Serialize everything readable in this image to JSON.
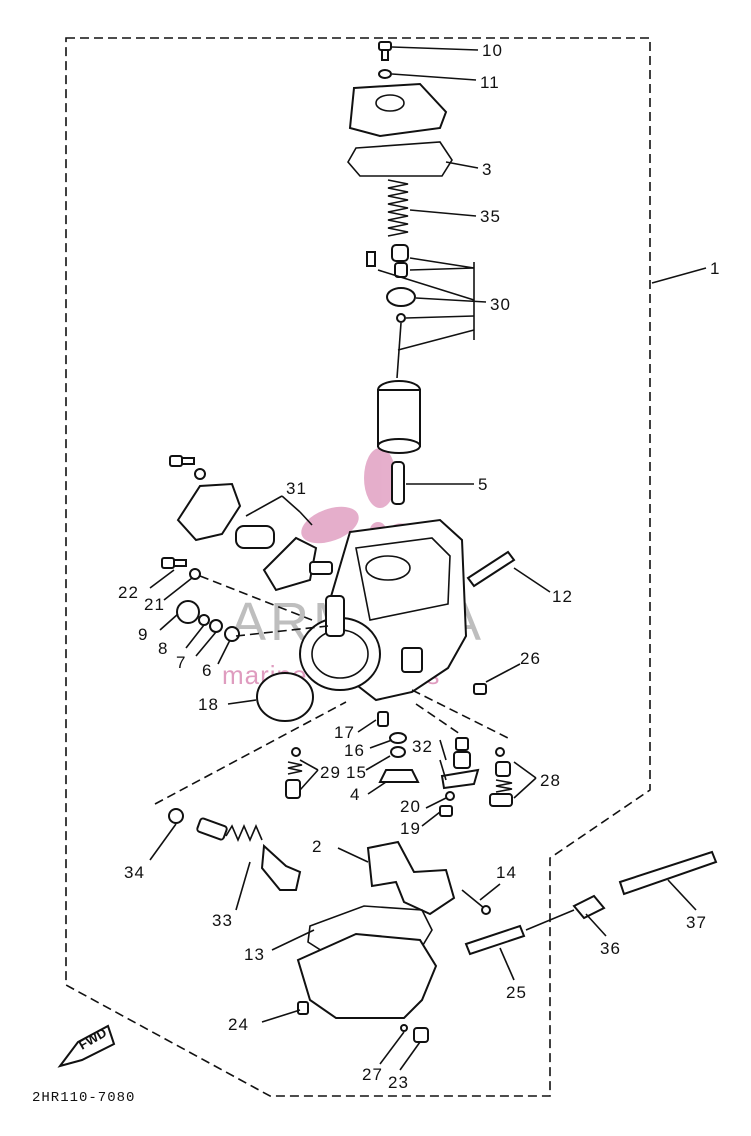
{
  "diagram": {
    "part_numbers": [
      "1",
      "2",
      "3",
      "4",
      "5",
      "6",
      "7",
      "8",
      "9",
      "10",
      "11",
      "12",
      "13",
      "14",
      "15",
      "16",
      "17",
      "18",
      "19",
      "20",
      "21",
      "22",
      "23",
      "24",
      "25",
      "26",
      "27",
      "28",
      "29",
      "30",
      "31",
      "32",
      "33",
      "34",
      "35",
      "36",
      "37"
    ],
    "watermark": {
      "brand": "ARMADA",
      "subtitle": "marine outboards"
    },
    "fwd_label": "FWD",
    "drawing_code": "2HR110-7080"
  },
  "colors": {
    "ink": "#111111",
    "watermark_pink": "#d884b0",
    "watermark_gray": "#a9a9a9"
  }
}
